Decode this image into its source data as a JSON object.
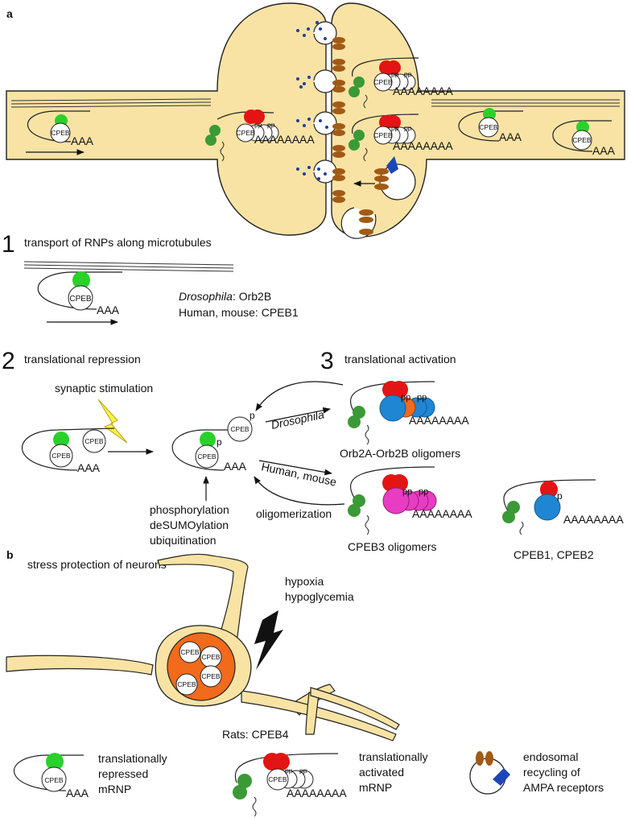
{
  "panel_labels": {
    "a": "a",
    "b": "b"
  },
  "colors": {
    "cytoplasm": "#f8e3a4",
    "nucleus": "#f26a1b",
    "cpeb_repressor": "#2ad12a",
    "maskin_green": "#3a9a36",
    "red_protein": "#e31414",
    "blue_protein": "#1f86d4",
    "magenta_protein": "#e83cc2",
    "ampa_receptor": "#a25a14",
    "vesicle_dots": "#1f3f9f",
    "endosome_marker": "#1e46b8"
  },
  "common": {
    "cpeb": "CPEB",
    "aaa": "AAA",
    "long_tail": "AAAAAAAA",
    "p": "p",
    "pp": "pp"
  },
  "section1": {
    "number": "1",
    "title": "transport of RNPs along microtubules",
    "species_drosophila": "Drosophila",
    "species_drosophila_suffix": ": Orb2B",
    "species_human": "Human, mouse: CPEB1"
  },
  "section2": {
    "number": "2",
    "title": "translational repression",
    "stimulus": "synaptic stimulation",
    "mods": [
      "phosphorylation",
      "deSUMOylation",
      "ubiquitination"
    ]
  },
  "section3": {
    "number": "3",
    "title": "translational activation",
    "path_drosophila": "Drosophila",
    "path_human": "Human, mouse",
    "oligomerization": "oligomerization",
    "orb2_caption": "Orb2A-Orb2B oligomers",
    "cpeb3_caption": "CPEB3 oligomers",
    "cpeb12_caption": "CPEB1, CPEB2"
  },
  "panel_b": {
    "title": "stress protection of neurons",
    "stress_1": "hypoxia",
    "stress_2": "hypoglycemia",
    "rats": "Rats: CPEB4"
  },
  "legend": {
    "repressed": [
      "translationally",
      "repressed",
      "mRNP"
    ],
    "activated": [
      "translationally",
      "activated",
      "mRNP"
    ],
    "endosomal": [
      "endosomal",
      "recycling of",
      "AMPA receptors"
    ]
  }
}
